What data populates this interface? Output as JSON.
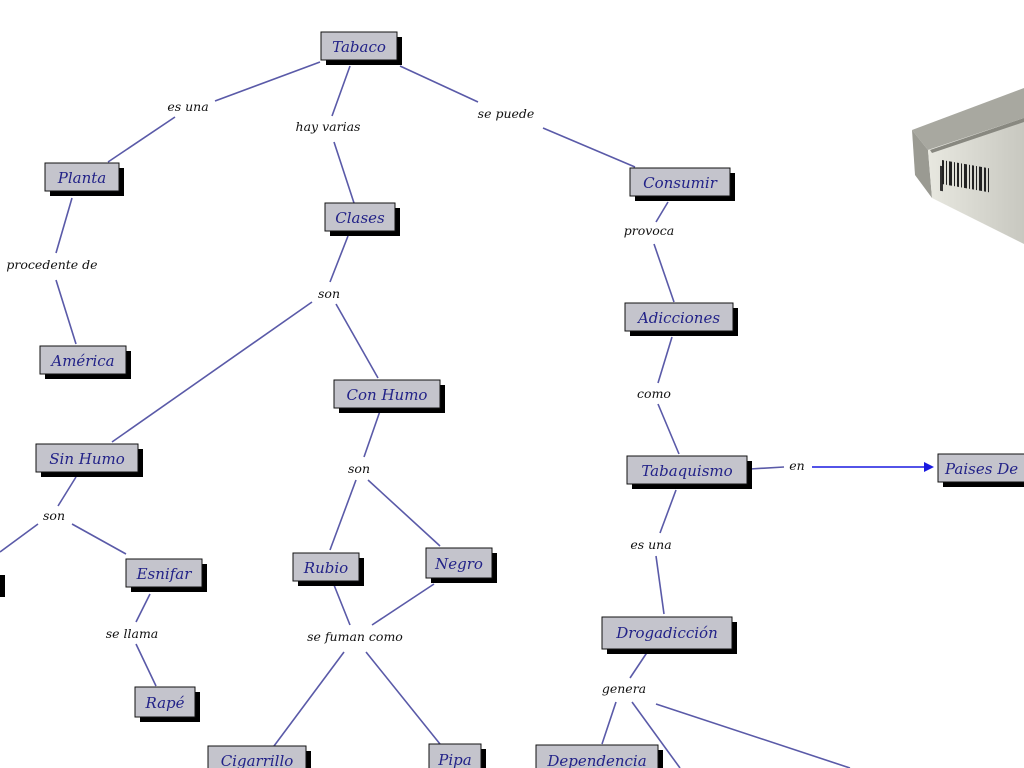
{
  "concepts": [
    {
      "id": "tabaco",
      "label": "Tabaco"
    },
    {
      "id": "planta",
      "label": "Planta"
    },
    {
      "id": "clases",
      "label": "Clases"
    },
    {
      "id": "consumir",
      "label": "Consumir"
    },
    {
      "id": "america",
      "label": "América"
    },
    {
      "id": "adicciones",
      "label": "Adicciones"
    },
    {
      "id": "con_humo",
      "label": "Con Humo"
    },
    {
      "id": "sin_humo",
      "label": "Sin Humo"
    },
    {
      "id": "tabaquismo",
      "label": "Tabaquismo"
    },
    {
      "id": "paises",
      "label": "Paises De"
    },
    {
      "id": "rubio",
      "label": "Rubio"
    },
    {
      "id": "negro",
      "label": "Negro"
    },
    {
      "id": "esnifar",
      "label": "Esnifar"
    },
    {
      "id": "drogadiccion",
      "label": "Drogadicción"
    },
    {
      "id": "rape",
      "label": "Rapé"
    },
    {
      "id": "cigarrillo",
      "label": "Cigarrillo"
    },
    {
      "id": "pipa",
      "label": "Pipa"
    },
    {
      "id": "dependencia",
      "label": "Dependencia"
    }
  ],
  "link_phrases": [
    {
      "id": "es_una_1",
      "label": "es una"
    },
    {
      "id": "hay_varias",
      "label": "hay varias"
    },
    {
      "id": "se_puede",
      "label": "se puede"
    },
    {
      "id": "procedente_de",
      "label": "procedente de"
    },
    {
      "id": "son_1",
      "label": "son"
    },
    {
      "id": "provoca",
      "label": "provoca"
    },
    {
      "id": "como",
      "label": "como"
    },
    {
      "id": "son_2",
      "label": "son"
    },
    {
      "id": "en",
      "label": "en"
    },
    {
      "id": "son_3",
      "label": "son"
    },
    {
      "id": "es_una_2",
      "label": "es una"
    },
    {
      "id": "se_fuman_como",
      "label": "se fuman como"
    },
    {
      "id": "se_llama",
      "label": "se llama"
    },
    {
      "id": "genera",
      "label": "genera"
    }
  ],
  "colors": {
    "edge": "#5a5aa8",
    "arrow": "#1a1ae0",
    "concept_fill": "#c4c4cc",
    "concept_text": "#222288",
    "shadow": "#000000"
  },
  "icons": [
    "cigarette-pack-image"
  ]
}
